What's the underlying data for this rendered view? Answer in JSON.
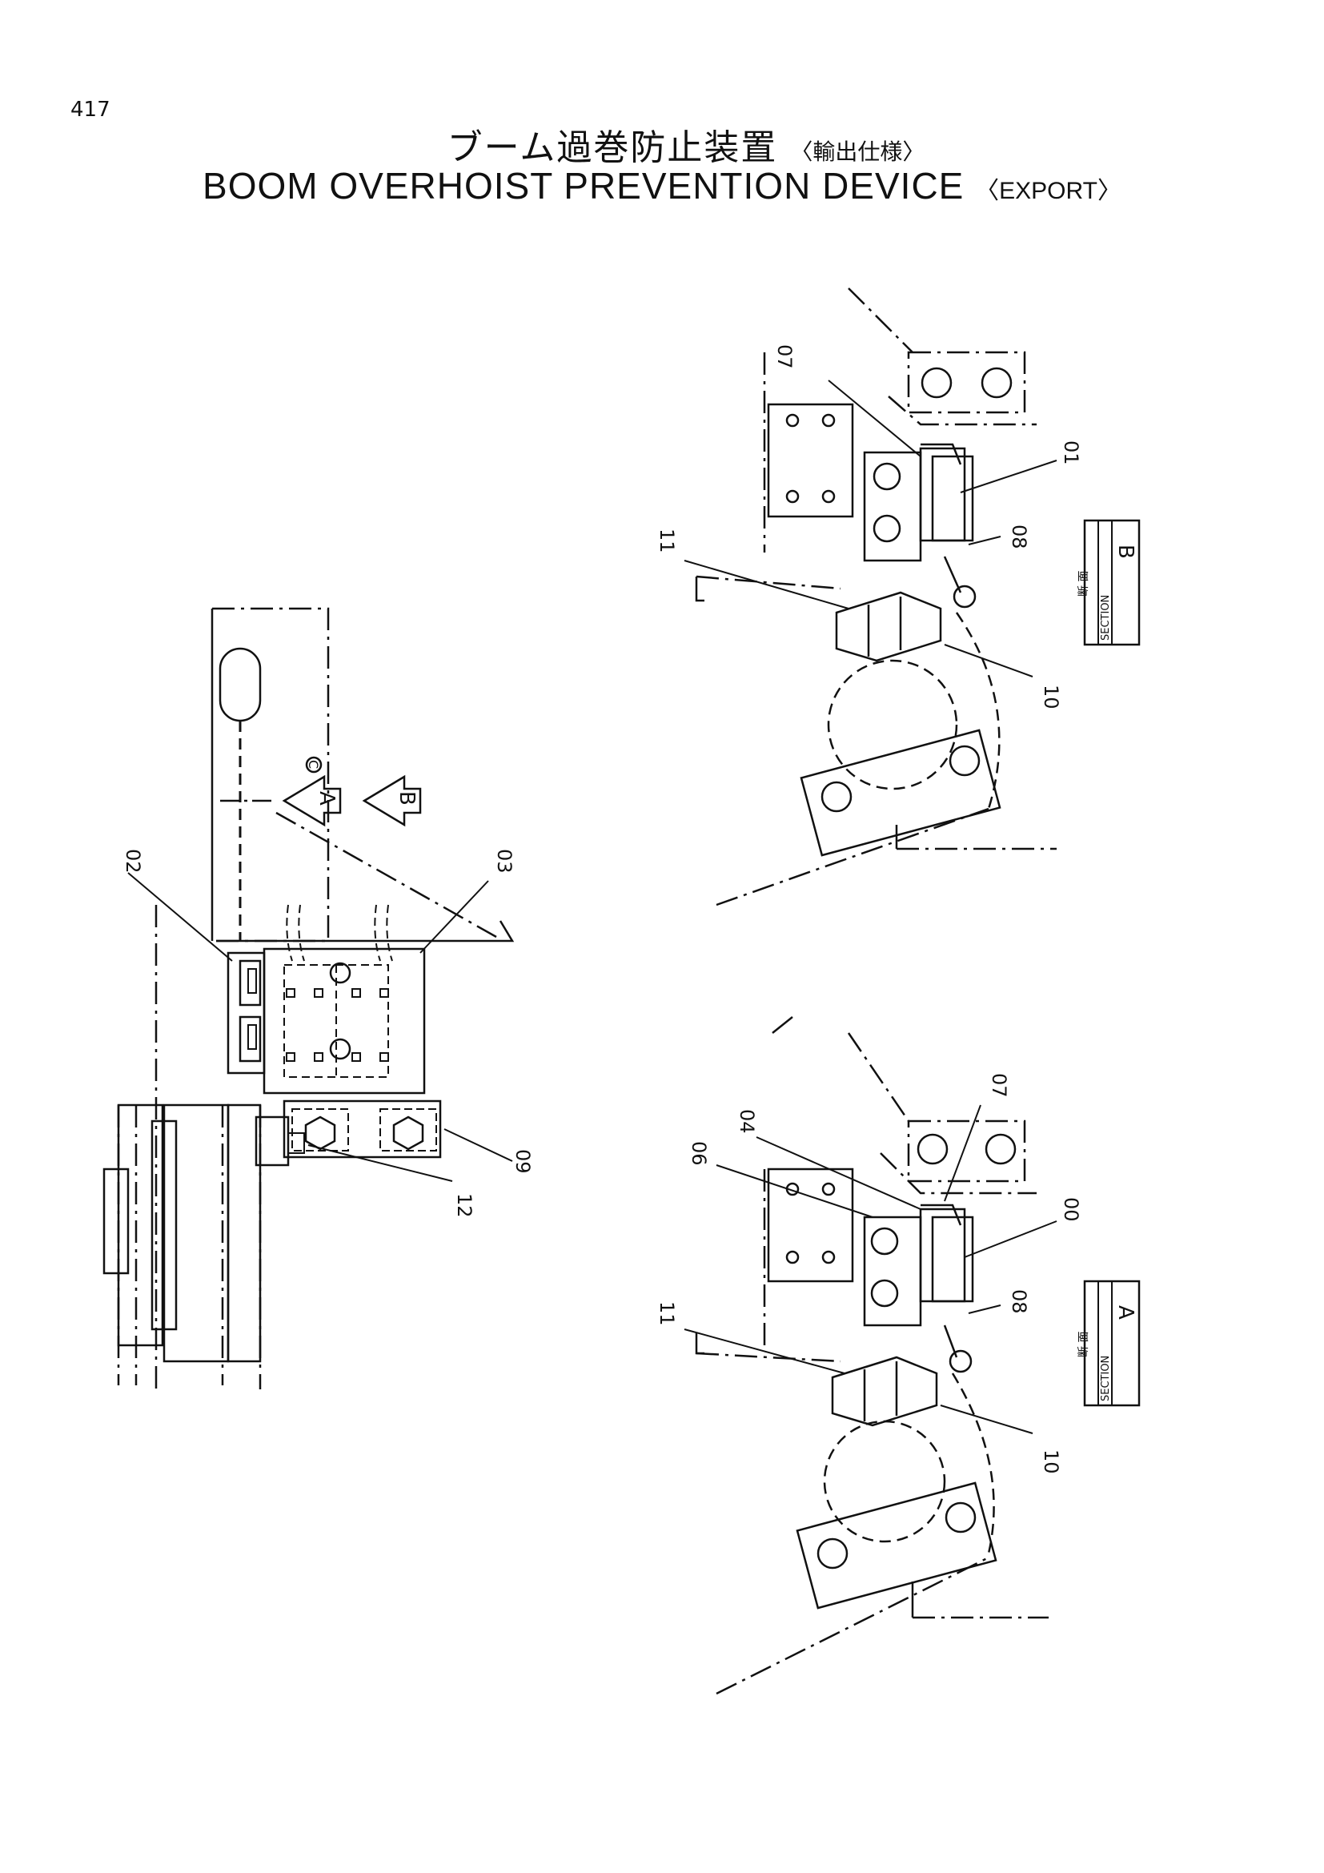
{
  "page_number": "417",
  "title": {
    "japanese": "ブーム過巻防止装置",
    "japanese_spec": "〈輸出仕様〉",
    "english": "BOOM OVERHOIST PREVENTION DEVICE",
    "english_spec": "〈EXPORT〉"
  },
  "view_markers": {
    "arrow_a": "A",
    "arrow_b": "B",
    "c_mark": "C"
  },
  "part_labels": {
    "left_02": "02",
    "left_03": "03",
    "left_09": "09",
    "left_12": "12",
    "b_07": "07",
    "b_01": "01",
    "b_08": "08",
    "b_11": "11",
    "b_10": "10",
    "a_06": "06",
    "a_04": "04",
    "a_07": "07",
    "a_00": "00",
    "a_08": "08",
    "a_11": "11",
    "a_10": "10"
  },
  "section_b": {
    "kanji": "断 面",
    "section": "SECTION",
    "letter": "B"
  },
  "section_a": {
    "kanji": "断 面",
    "section": "SECTION",
    "letter": "A"
  }
}
